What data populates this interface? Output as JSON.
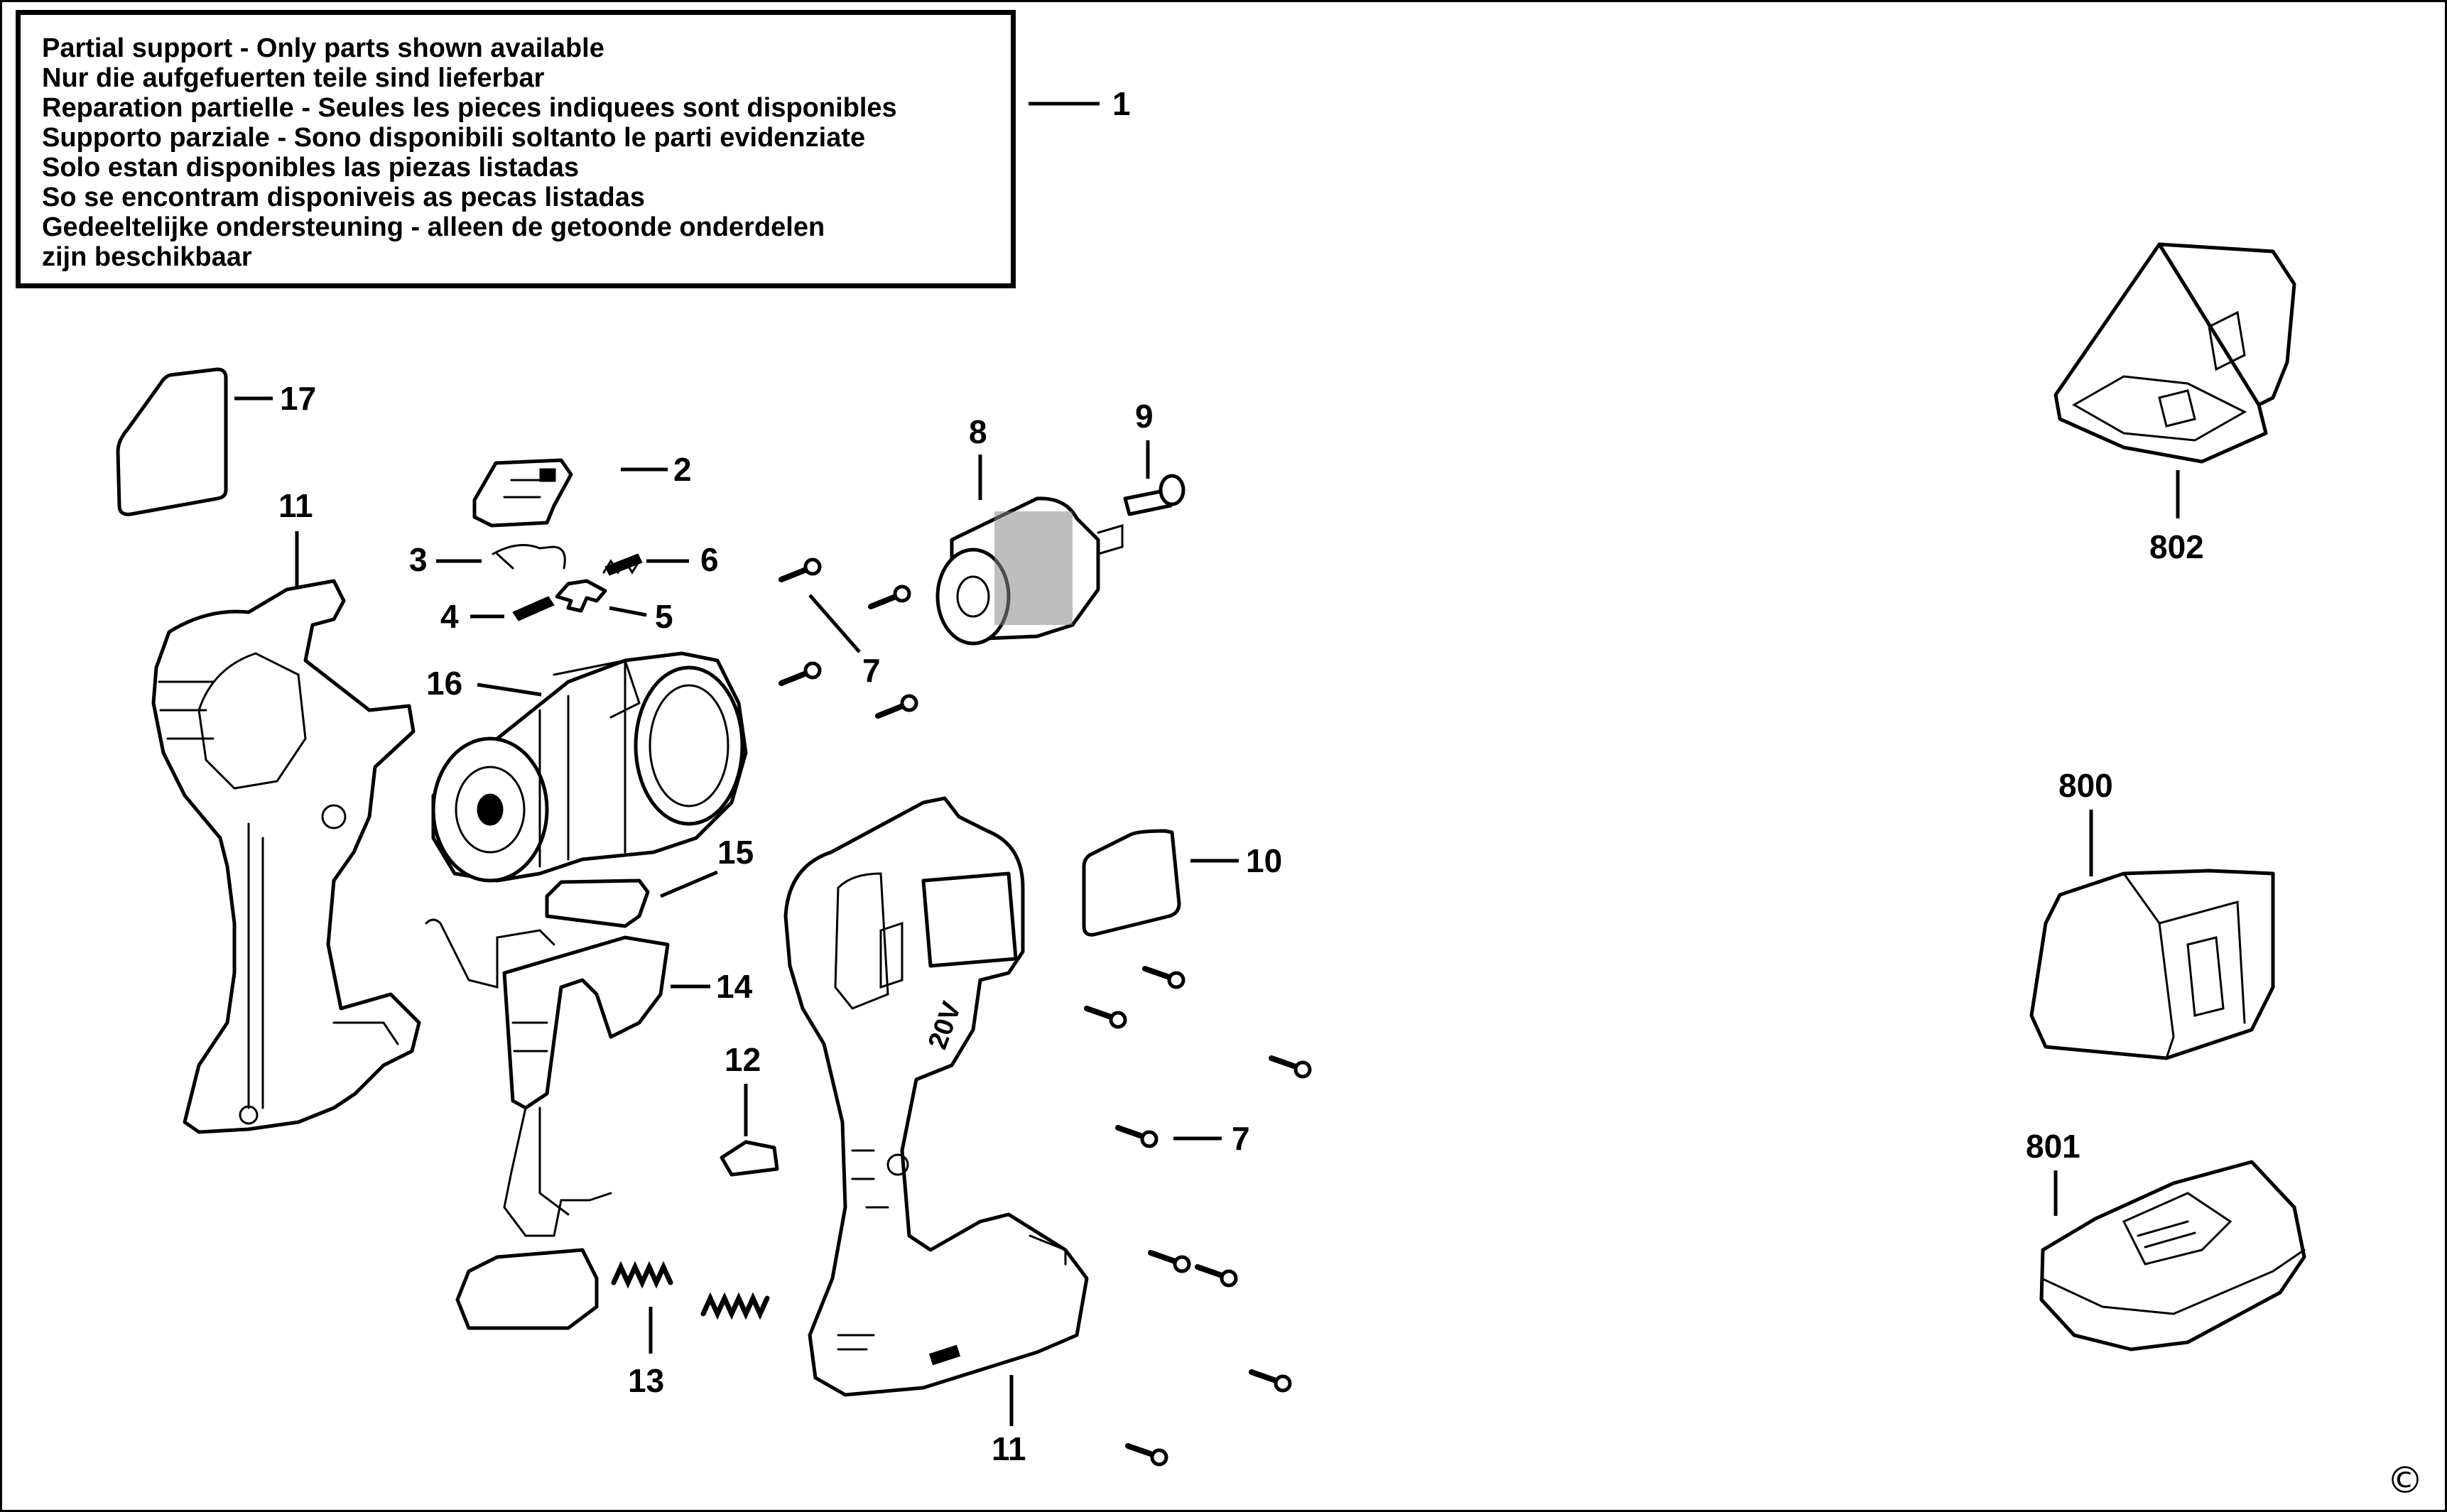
{
  "notice": {
    "lines": [
      "Partial support - Only parts shown available",
      "Nur die aufgefuerten teile sind lieferbar",
      "Reparation partielle - Seules les pieces indiquees sont disponibles",
      "Supporto parziale - Sono disponibili soltanto le parti evidenziate",
      "Solo estan disponibles las piezas listadas",
      "So se encontram disponiveis as pecas listadas",
      "Gedeeltelijke ondersteuning - alleen de getoonde onderdelen",
      "zijn beschikbaar"
    ]
  },
  "callouts": {
    "c1": "1",
    "c2": "2",
    "c3": "3",
    "c4": "4",
    "c5": "5",
    "c6": "6",
    "c7a": "7",
    "c7b": "7",
    "c8": "8",
    "c9": "9",
    "c10": "10",
    "c11a": "11",
    "c11b": "11",
    "c12": "12",
    "c13": "13",
    "c14": "14",
    "c15": "15",
    "c16": "16",
    "c17": "17",
    "c800": "800",
    "c801": "801",
    "c802": "802"
  },
  "copyright": "©"
}
